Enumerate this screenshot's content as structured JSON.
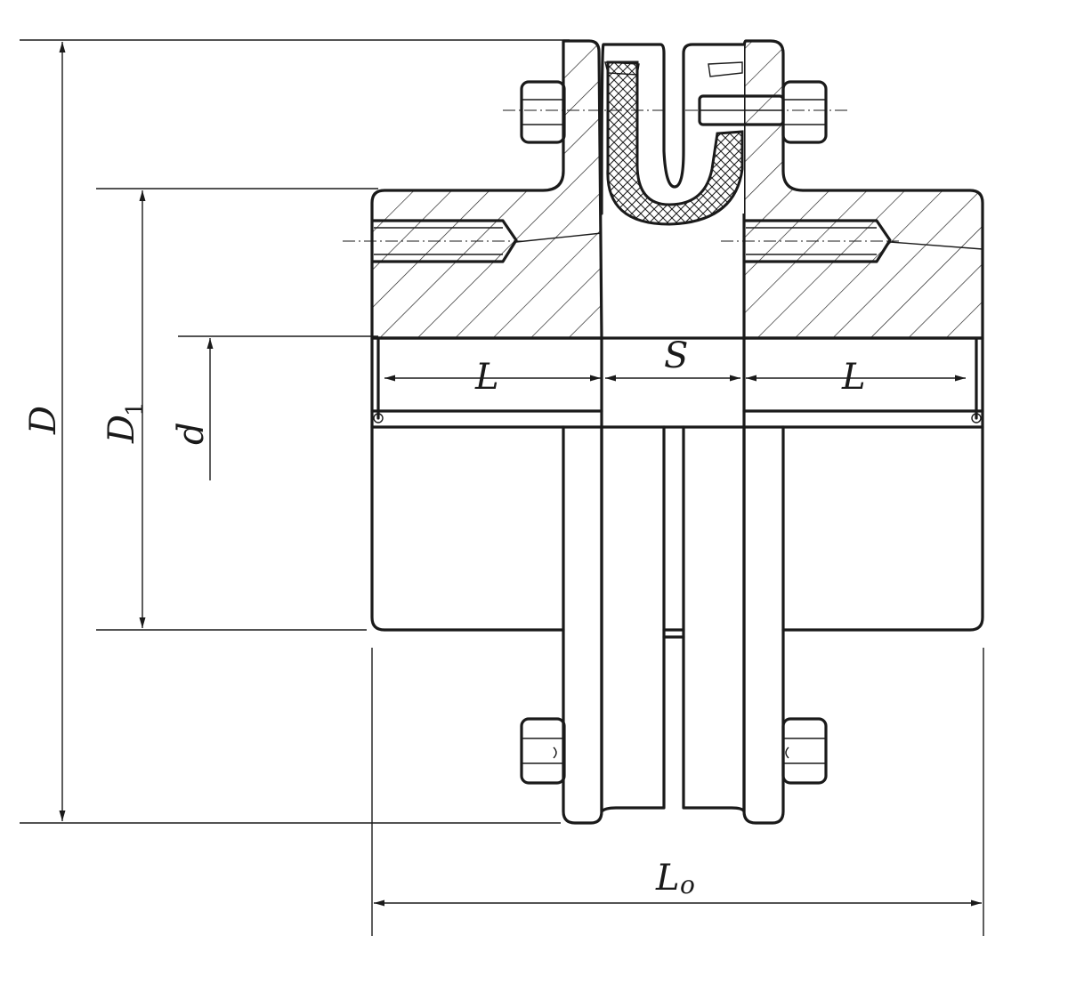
{
  "labels": {
    "D": "D",
    "D1_main": "D",
    "D1_sub": "1",
    "d": "d",
    "L_left": "L",
    "S": "S",
    "L_right": "L",
    "Lo_main": "L",
    "Lo_sub": "o"
  },
  "colors": {
    "line": "#1a1a1a",
    "background": "#ffffff"
  }
}
